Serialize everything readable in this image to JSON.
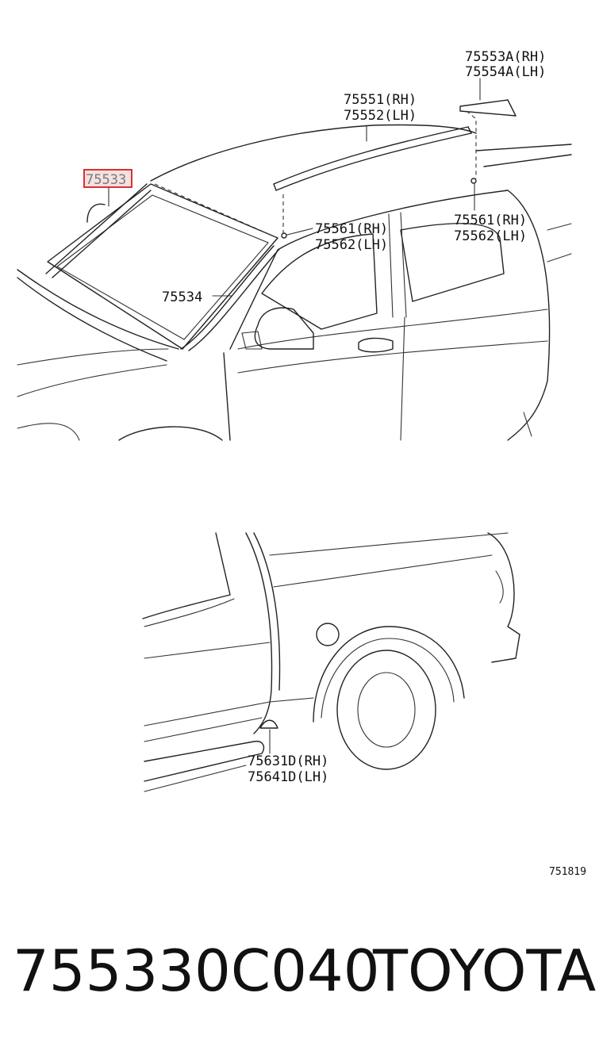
{
  "diagram": {
    "labels": {
      "l75553a": "75553A(RH)",
      "l75554a": "75554A(LH)",
      "l75551": "75551(RH)",
      "l75552": "75552(LH)",
      "l75533": "75533",
      "l75561a": "75561(RH)",
      "l75562a": "75562(LH)",
      "l75561b": "75561(RH)",
      "l75562b": "75562(LH)",
      "l75534": "75534",
      "l75631d": "75631D(RH)",
      "l75641d": "75641D(LH)"
    },
    "highlighted_part": "75533",
    "highlight_color": "#d61f1f",
    "diagram_code": "751819"
  },
  "footer": {
    "part_number": "755330C040",
    "brand": "TOYOTA"
  }
}
